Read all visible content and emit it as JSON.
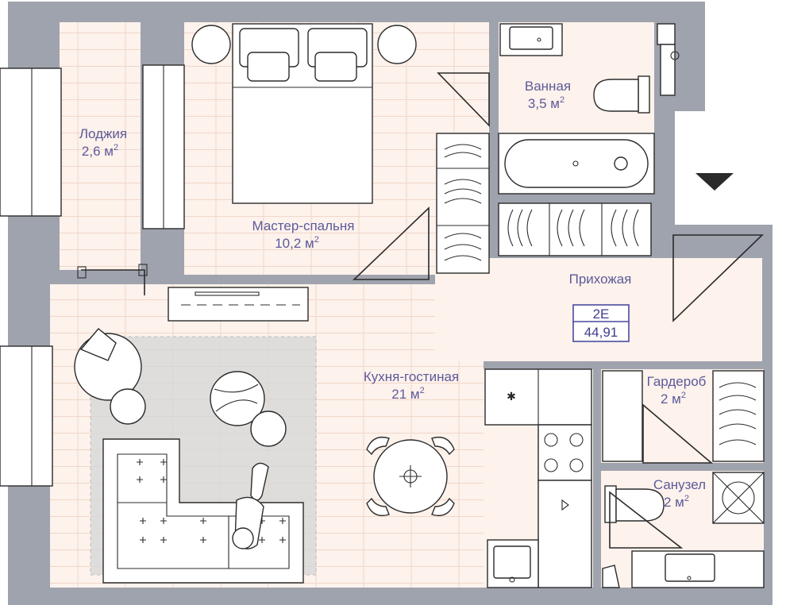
{
  "rooms": [
    {
      "id": "loggia",
      "name": "Лоджия",
      "area_value": "2,6 м",
      "area_sup": "2"
    },
    {
      "id": "master",
      "name": "Мастер-спальня",
      "area_value": "10,2 м",
      "area_sup": "2"
    },
    {
      "id": "bath",
      "name": "Ванная",
      "area_value": "3,5 м",
      "area_sup": "2"
    },
    {
      "id": "hall",
      "name": "Прихожая",
      "area_value": "",
      "area_sup": ""
    },
    {
      "id": "kitchen",
      "name": "Кухня-гостиная",
      "area_value": "21 м",
      "area_sup": "2"
    },
    {
      "id": "wardrobe",
      "name": "Гардероб",
      "area_value": "2 м",
      "area_sup": "2"
    },
    {
      "id": "wc",
      "name": "Санузел",
      "area_value": "2 м",
      "area_sup": "2"
    }
  ],
  "unit": {
    "code": "2Е",
    "area": "44,91"
  },
  "colors": {
    "wall": "#9fa3ad",
    "floor": "#fdf2ec",
    "plank_line": "#f1d6c8",
    "label": "#5d5a9a",
    "unit_box": "#4b4aa0",
    "rug": "#d6d6d6",
    "line": "#2b2b2b"
  },
  "icons": [
    "entrance-arrow-icon",
    "cooktop-icon",
    "sink-icon",
    "toilet-icon",
    "bathtub-icon",
    "round-table-icon",
    "floor-drain-icon"
  ]
}
